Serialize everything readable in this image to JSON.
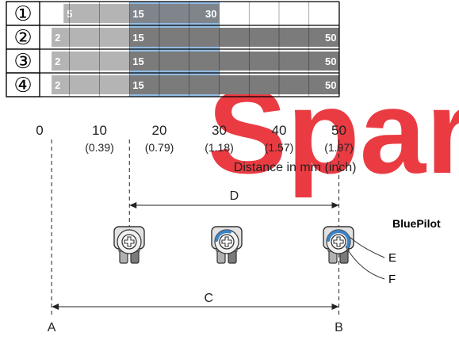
{
  "watermark": {
    "text": "Spar",
    "color": "#e8262f"
  },
  "colors": {
    "light_bar": "#b4b4b4",
    "dark_bar": "#7b7b7b",
    "highlight": "#7fb0de",
    "grid": "#000000",
    "blue_ring": "#3b83c5"
  },
  "rows": [
    {
      "marker": "①",
      "segments": [
        {
          "from": 4,
          "to": 15,
          "shade": "light",
          "start_label": "5"
        },
        {
          "from": 15,
          "to": 30,
          "shade": "dark",
          "start_label": "15",
          "end_label": "30"
        }
      ]
    },
    {
      "marker": "②",
      "segments": [
        {
          "from": 2,
          "to": 15,
          "shade": "light",
          "start_label": "2"
        },
        {
          "from": 15,
          "to": 50,
          "shade": "dark",
          "start_label": "15",
          "end_label": "50"
        }
      ]
    },
    {
      "marker": "③",
      "segments": [
        {
          "from": 2,
          "to": 15,
          "shade": "light",
          "start_label": "2"
        },
        {
          "from": 15,
          "to": 50,
          "shade": "dark",
          "start_label": "15",
          "end_label": "50"
        }
      ]
    },
    {
      "marker": "④",
      "segments": [
        {
          "from": 2,
          "to": 15,
          "shade": "light",
          "start_label": "2"
        },
        {
          "from": 15,
          "to": 50,
          "shade": "dark",
          "start_label": "15",
          "end_label": "50"
        }
      ]
    }
  ],
  "highlight_range": [
    15,
    30
  ],
  "axis": {
    "ticks": [
      {
        "value": 0,
        "label": "0",
        "sub": ""
      },
      {
        "value": 10,
        "label": "10",
        "sub": "(0.39)"
      },
      {
        "value": 20,
        "label": "20",
        "sub": "(0.79)"
      },
      {
        "value": 30,
        "label": "30",
        "sub": "(1.18)"
      },
      {
        "value": 40,
        "label": "40",
        "sub": "(1.57)"
      },
      {
        "value": 50,
        "label": "50",
        "sub": "(1.97)"
      }
    ],
    "title": "Distance in mm (inch)"
  },
  "dimensions": {
    "d_label": "D",
    "c_label": "C",
    "a_label": "A",
    "b_label": "B",
    "a_value": 2,
    "d_value": 15,
    "b_value": 50
  },
  "sensor_caption": "BluePilot",
  "sensors": [
    {
      "blue_fraction": 0
    },
    {
      "blue_fraction": 0.5
    },
    {
      "blue_fraction": 1
    }
  ],
  "callouts": {
    "e": "E",
    "f": "F"
  }
}
